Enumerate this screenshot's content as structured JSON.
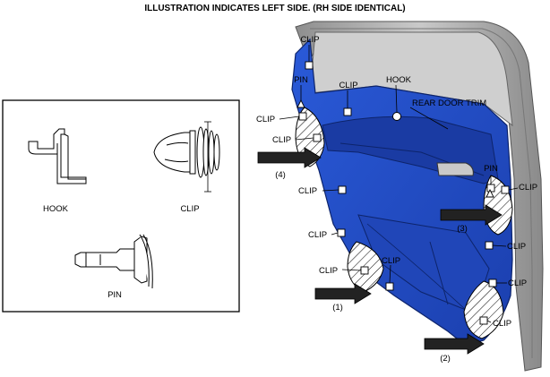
{
  "header": {
    "title": "ILLUSTRATION INDICATES LEFT SIDE. (RH SIDE IDENTICAL)"
  },
  "legend": {
    "hook": "HOOK",
    "clip": "CLIP",
    "pin": "PIN"
  },
  "callouts": {
    "clip": "CLIP",
    "pin": "PIN",
    "hook": "HOOK",
    "rear_door_trim": "REAR DOOR TRIM"
  },
  "step_labels": {
    "s1": "(1)",
    "s2": "(2)",
    "s3": "(3)",
    "s4": "(4)"
  },
  "colors": {
    "trim_blue": "#1f4bc6",
    "trim_dark": "#17338a",
    "door_frame": "#a9a9a9",
    "glass": "#c8c8c8"
  }
}
